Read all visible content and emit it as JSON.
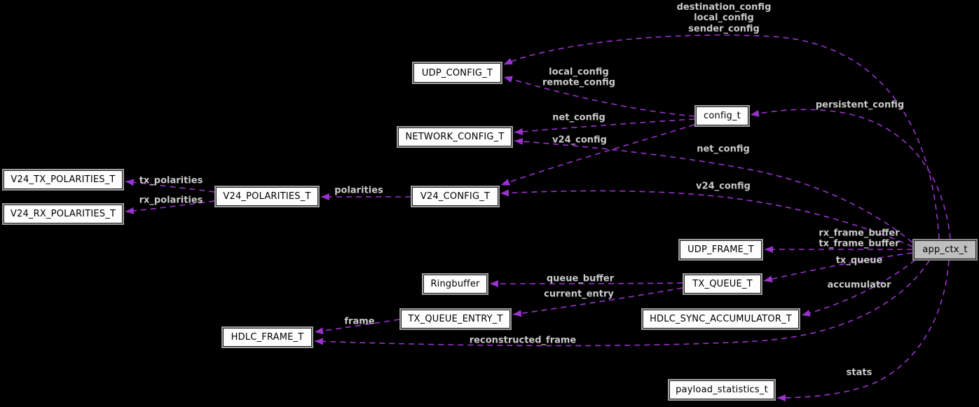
{
  "diagram": {
    "kind": "collaboration-graph",
    "root": "app_ctx_t"
  },
  "colors": {
    "background": "#000000",
    "edge": "#9a32cd",
    "edge_label": "#c9c9c9",
    "node_fill": "#fdfdfd",
    "node_border": "#9e9e9e",
    "node_inner_border": "#1f1f1f",
    "node_text": "#000000",
    "highlight_fill": "#bfbfbf"
  },
  "nodes": [
    {
      "id": "udp_config_t",
      "label": "UDP_CONFIG_T",
      "highlight": false
    },
    {
      "id": "config_t",
      "label": "config_t",
      "highlight": false
    },
    {
      "id": "network_config_t",
      "label": "NETWORK_CONFIG_T",
      "highlight": false
    },
    {
      "id": "v24_tx_polarities_t",
      "label": "V24_TX_POLARITIES_T",
      "highlight": false
    },
    {
      "id": "v24_rx_polarities_t",
      "label": "V24_RX_POLARITIES_T",
      "highlight": false
    },
    {
      "id": "v24_polarities_t",
      "label": "V24_POLARITIES_T",
      "highlight": false
    },
    {
      "id": "v24_config_t",
      "label": "V24_CONFIG_T",
      "highlight": false
    },
    {
      "id": "udp_frame_t",
      "label": "UDP_FRAME_T",
      "highlight": false
    },
    {
      "id": "app_ctx_t",
      "label": "app_ctx_t",
      "highlight": true
    },
    {
      "id": "ringbuffer",
      "label": "Ringbuffer",
      "highlight": false
    },
    {
      "id": "tx_queue_t",
      "label": "TX_QUEUE_T",
      "highlight": false
    },
    {
      "id": "tx_queue_entry_t",
      "label": "TX_QUEUE_ENTRY_T",
      "highlight": false
    },
    {
      "id": "hdlc_sync_accumulator_t",
      "label": "HDLC_SYNC_ACCUMULATOR_T",
      "highlight": false
    },
    {
      "id": "hdlc_frame_t",
      "label": "HDLC_FRAME_T",
      "highlight": false
    },
    {
      "id": "payload_statistics_t",
      "label": "payload_statistics_t",
      "highlight": false
    }
  ],
  "edges": [
    {
      "id": "e_dest_local_sender",
      "from": "app_ctx_t",
      "to": "udp_config_t",
      "label": "destination_config\nlocal_config\nsender_config"
    },
    {
      "id": "e_local_remote",
      "from": "config_t",
      "to": "udp_config_t",
      "label": "local_config\nremote_config"
    },
    {
      "id": "e_persistent",
      "from": "app_ctx_t",
      "to": "config_t",
      "label": "persistent_config"
    },
    {
      "id": "e_net_cfg",
      "from": "config_t",
      "to": "network_config_t",
      "label": "net_config"
    },
    {
      "id": "e_net_app",
      "from": "app_ctx_t",
      "to": "network_config_t",
      "label": "net_config"
    },
    {
      "id": "e_v24_cfg",
      "from": "config_t",
      "to": "v24_config_t",
      "label": "v24_config"
    },
    {
      "id": "e_v24_app",
      "from": "app_ctx_t",
      "to": "v24_config_t",
      "label": "v24_config"
    },
    {
      "id": "e_polarities",
      "from": "v24_config_t",
      "to": "v24_polarities_t",
      "label": "polarities"
    },
    {
      "id": "e_tx_pol",
      "from": "v24_polarities_t",
      "to": "v24_tx_polarities_t",
      "label": "tx_polarities"
    },
    {
      "id": "e_rx_pol",
      "from": "v24_polarities_t",
      "to": "v24_rx_polarities_t",
      "label": "rx_polarities"
    },
    {
      "id": "e_frame_buffers",
      "from": "app_ctx_t",
      "to": "udp_frame_t",
      "label": "rx_frame_buffer\ntx_frame_buffer"
    },
    {
      "id": "e_tx_queue",
      "from": "app_ctx_t",
      "to": "tx_queue_t",
      "label": "tx_queue"
    },
    {
      "id": "e_queue_buffer",
      "from": "tx_queue_t",
      "to": "ringbuffer",
      "label": "queue_buffer"
    },
    {
      "id": "e_current_entry",
      "from": "tx_queue_t",
      "to": "tx_queue_entry_t",
      "label": "current_entry"
    },
    {
      "id": "e_accumulator",
      "from": "app_ctx_t",
      "to": "hdlc_sync_accumulator_t",
      "label": "accumulator"
    },
    {
      "id": "e_frame",
      "from": "tx_queue_entry_t",
      "to": "hdlc_frame_t",
      "label": "frame"
    },
    {
      "id": "e_reconstructed",
      "from": "app_ctx_t",
      "to": "hdlc_frame_t",
      "label": "reconstructed_frame"
    },
    {
      "id": "e_stats",
      "from": "app_ctx_t",
      "to": "payload_statistics_t",
      "label": "stats"
    }
  ]
}
